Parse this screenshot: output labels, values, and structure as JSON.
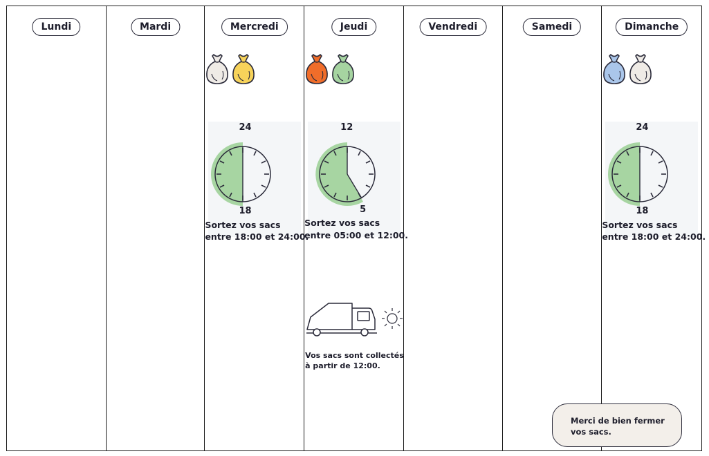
{
  "days": [
    "Lundi",
    "Mardi",
    "Mercredi",
    "Jeudi",
    "Vendredi",
    "Samedi",
    "Dimanche"
  ],
  "mercredi": {
    "clock_top": "24",
    "clock_bottom": "18",
    "line1": "Sortez vos sacs",
    "line2": "entre 18:00 et 24:00."
  },
  "jeudi": {
    "clock_top": "12",
    "clock_bottom": "5",
    "line1": "Sortez vos sacs",
    "line2": "entre 05:00 et 12:00.",
    "collect1": "Vos sacs sont collectés",
    "collect2": "à partir de 12:00."
  },
  "dimanche": {
    "clock_top": "24",
    "clock_bottom": "18",
    "line1": "Sortez vos sacs",
    "line2": "entre 18:00 et 24:00."
  },
  "note": {
    "line1": "Merci de bien fermer",
    "line2": "vos sacs."
  },
  "colors": {
    "bag_white": "#efebe6",
    "bag_yellow": "#f7d35a",
    "bag_orange": "#f06d2a",
    "bag_green": "#a6d4a1",
    "bag_blue": "#aac6ea",
    "clock_fill": "#a7d5a2"
  },
  "icons": [
    "garbage-bag-icon",
    "clock-icon",
    "garbage-truck-icon",
    "sun-icon"
  ]
}
